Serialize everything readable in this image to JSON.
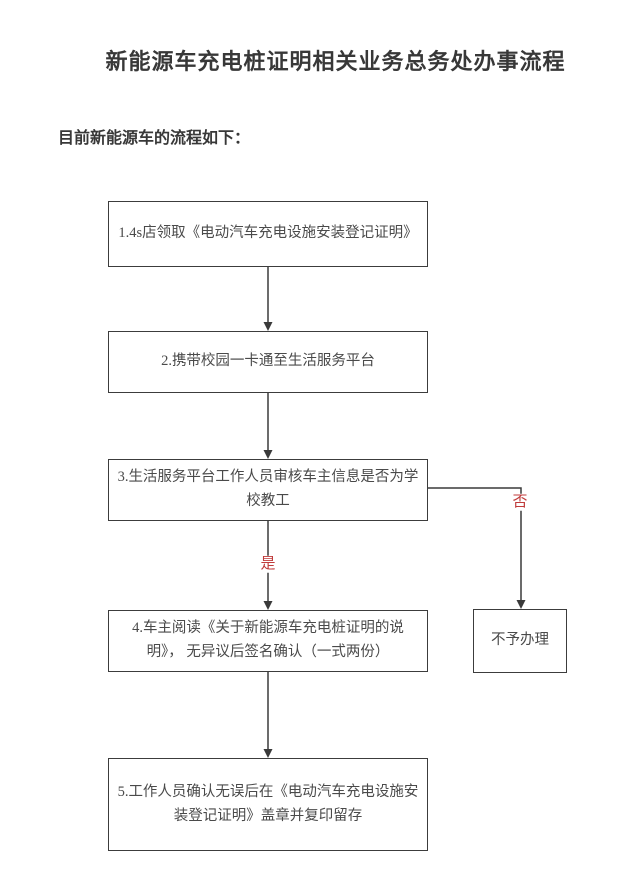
{
  "page": {
    "title": "新能源车充电桩证明相关业务总务处办事流程",
    "subtitle": "目前新能源车的流程如下："
  },
  "flow": {
    "steps": [
      {
        "id": "step-1",
        "text": "1.4s店领取《电动汽车充电设施安装登记证明》"
      },
      {
        "id": "step-2",
        "text": "2.携带校园一卡通至生活服务平台"
      },
      {
        "id": "step-3",
        "text": "3.生活服务平台工作人员审核车主信息是否为学校教工"
      },
      {
        "id": "step-4",
        "text": "4.车主阅读《关于新能源车充电桩证明的说明》， 无异议后签名确认（一式两份）"
      },
      {
        "id": "step-5",
        "text": "5.工作人员确认无误后在《电动汽车充电设施安装登记证明》盖章并复印留存"
      }
    ],
    "reject": {
      "text": "不予办理"
    },
    "branch_labels": {
      "yes": "是",
      "no": "否"
    }
  },
  "colors": {
    "background": "#ffffff",
    "box_border": "#3c3c3c",
    "box_text": "#4a4a4a",
    "title_text": "#383838",
    "arrow": "#3a3a3a",
    "branch_label_red": "#c03b3b"
  }
}
